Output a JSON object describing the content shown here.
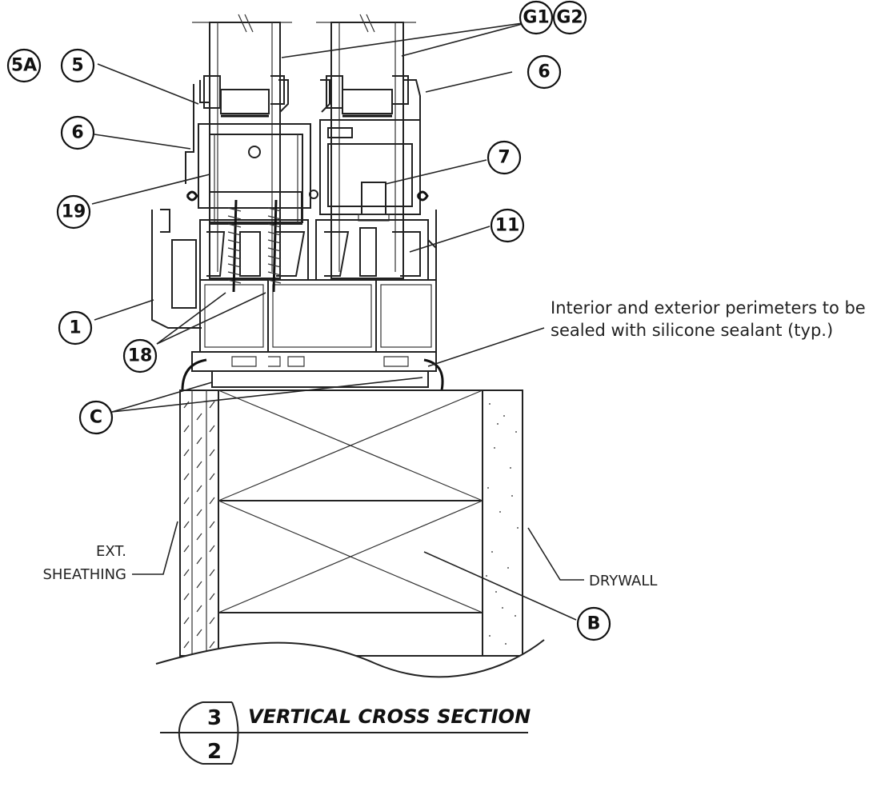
{
  "callouts": {
    "g1": "G1",
    "g2": "G2",
    "c5a": "5A",
    "c5": "5",
    "c6a": "6",
    "c6b": "6",
    "c19": "19",
    "c7": "7",
    "c11": "11",
    "c1": "1",
    "c18": "18",
    "cC": "C",
    "cB": "B"
  },
  "notes": {
    "sealant_line1": "Interior and exterior perimeters to be",
    "sealant_line2": "sealed with silicone sealant (typ.)",
    "sheathing_line1": "EXT.",
    "sheathing_line2": "SHEATHING",
    "drywall": "DRYWALL"
  },
  "section": {
    "title": "VERTICAL CROSS SECTION",
    "number_top": "3",
    "number_bottom": "2"
  }
}
